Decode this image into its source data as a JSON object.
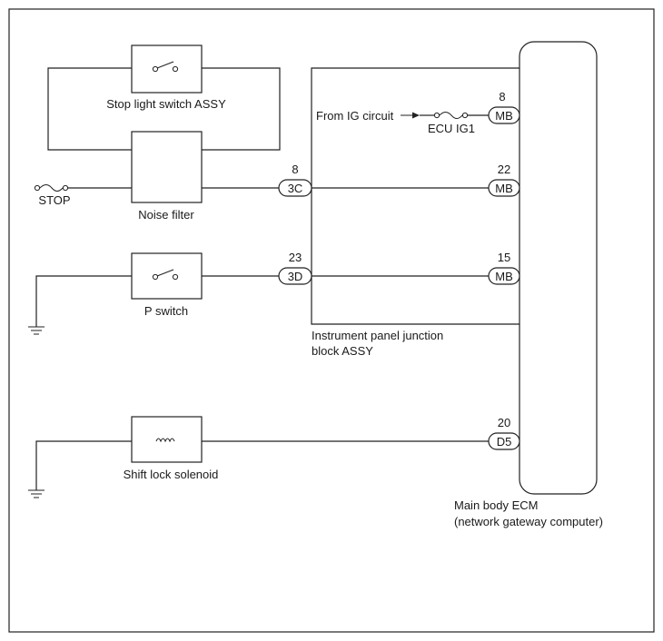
{
  "components": {
    "stop_light_switch": "Stop light switch ASSY",
    "noise_filter": "Noise filter",
    "p_switch": "P switch",
    "shift_lock_solenoid": "Shift lock solenoid",
    "stop_fuse": "STOP",
    "ecu_ig1_fuse": "ECU IG1",
    "from_ig_circuit": "From IG circuit",
    "junction_block_line1": "Instrument panel junction",
    "junction_block_line2": "block ASSY",
    "ecm_line1": "Main body ECM",
    "ecm_line2": "(network gateway computer)"
  },
  "connectors": {
    "c_3c": {
      "code": "3C",
      "pin": "8"
    },
    "c_3d": {
      "code": "3D",
      "pin": "23"
    },
    "ecm_mb_8": {
      "code": "MB",
      "pin": "8"
    },
    "ecm_mb_22": {
      "code": "MB",
      "pin": "22"
    },
    "ecm_mb_15": {
      "code": "MB",
      "pin": "15"
    },
    "ecm_d5_20": {
      "code": "D5",
      "pin": "20"
    }
  }
}
